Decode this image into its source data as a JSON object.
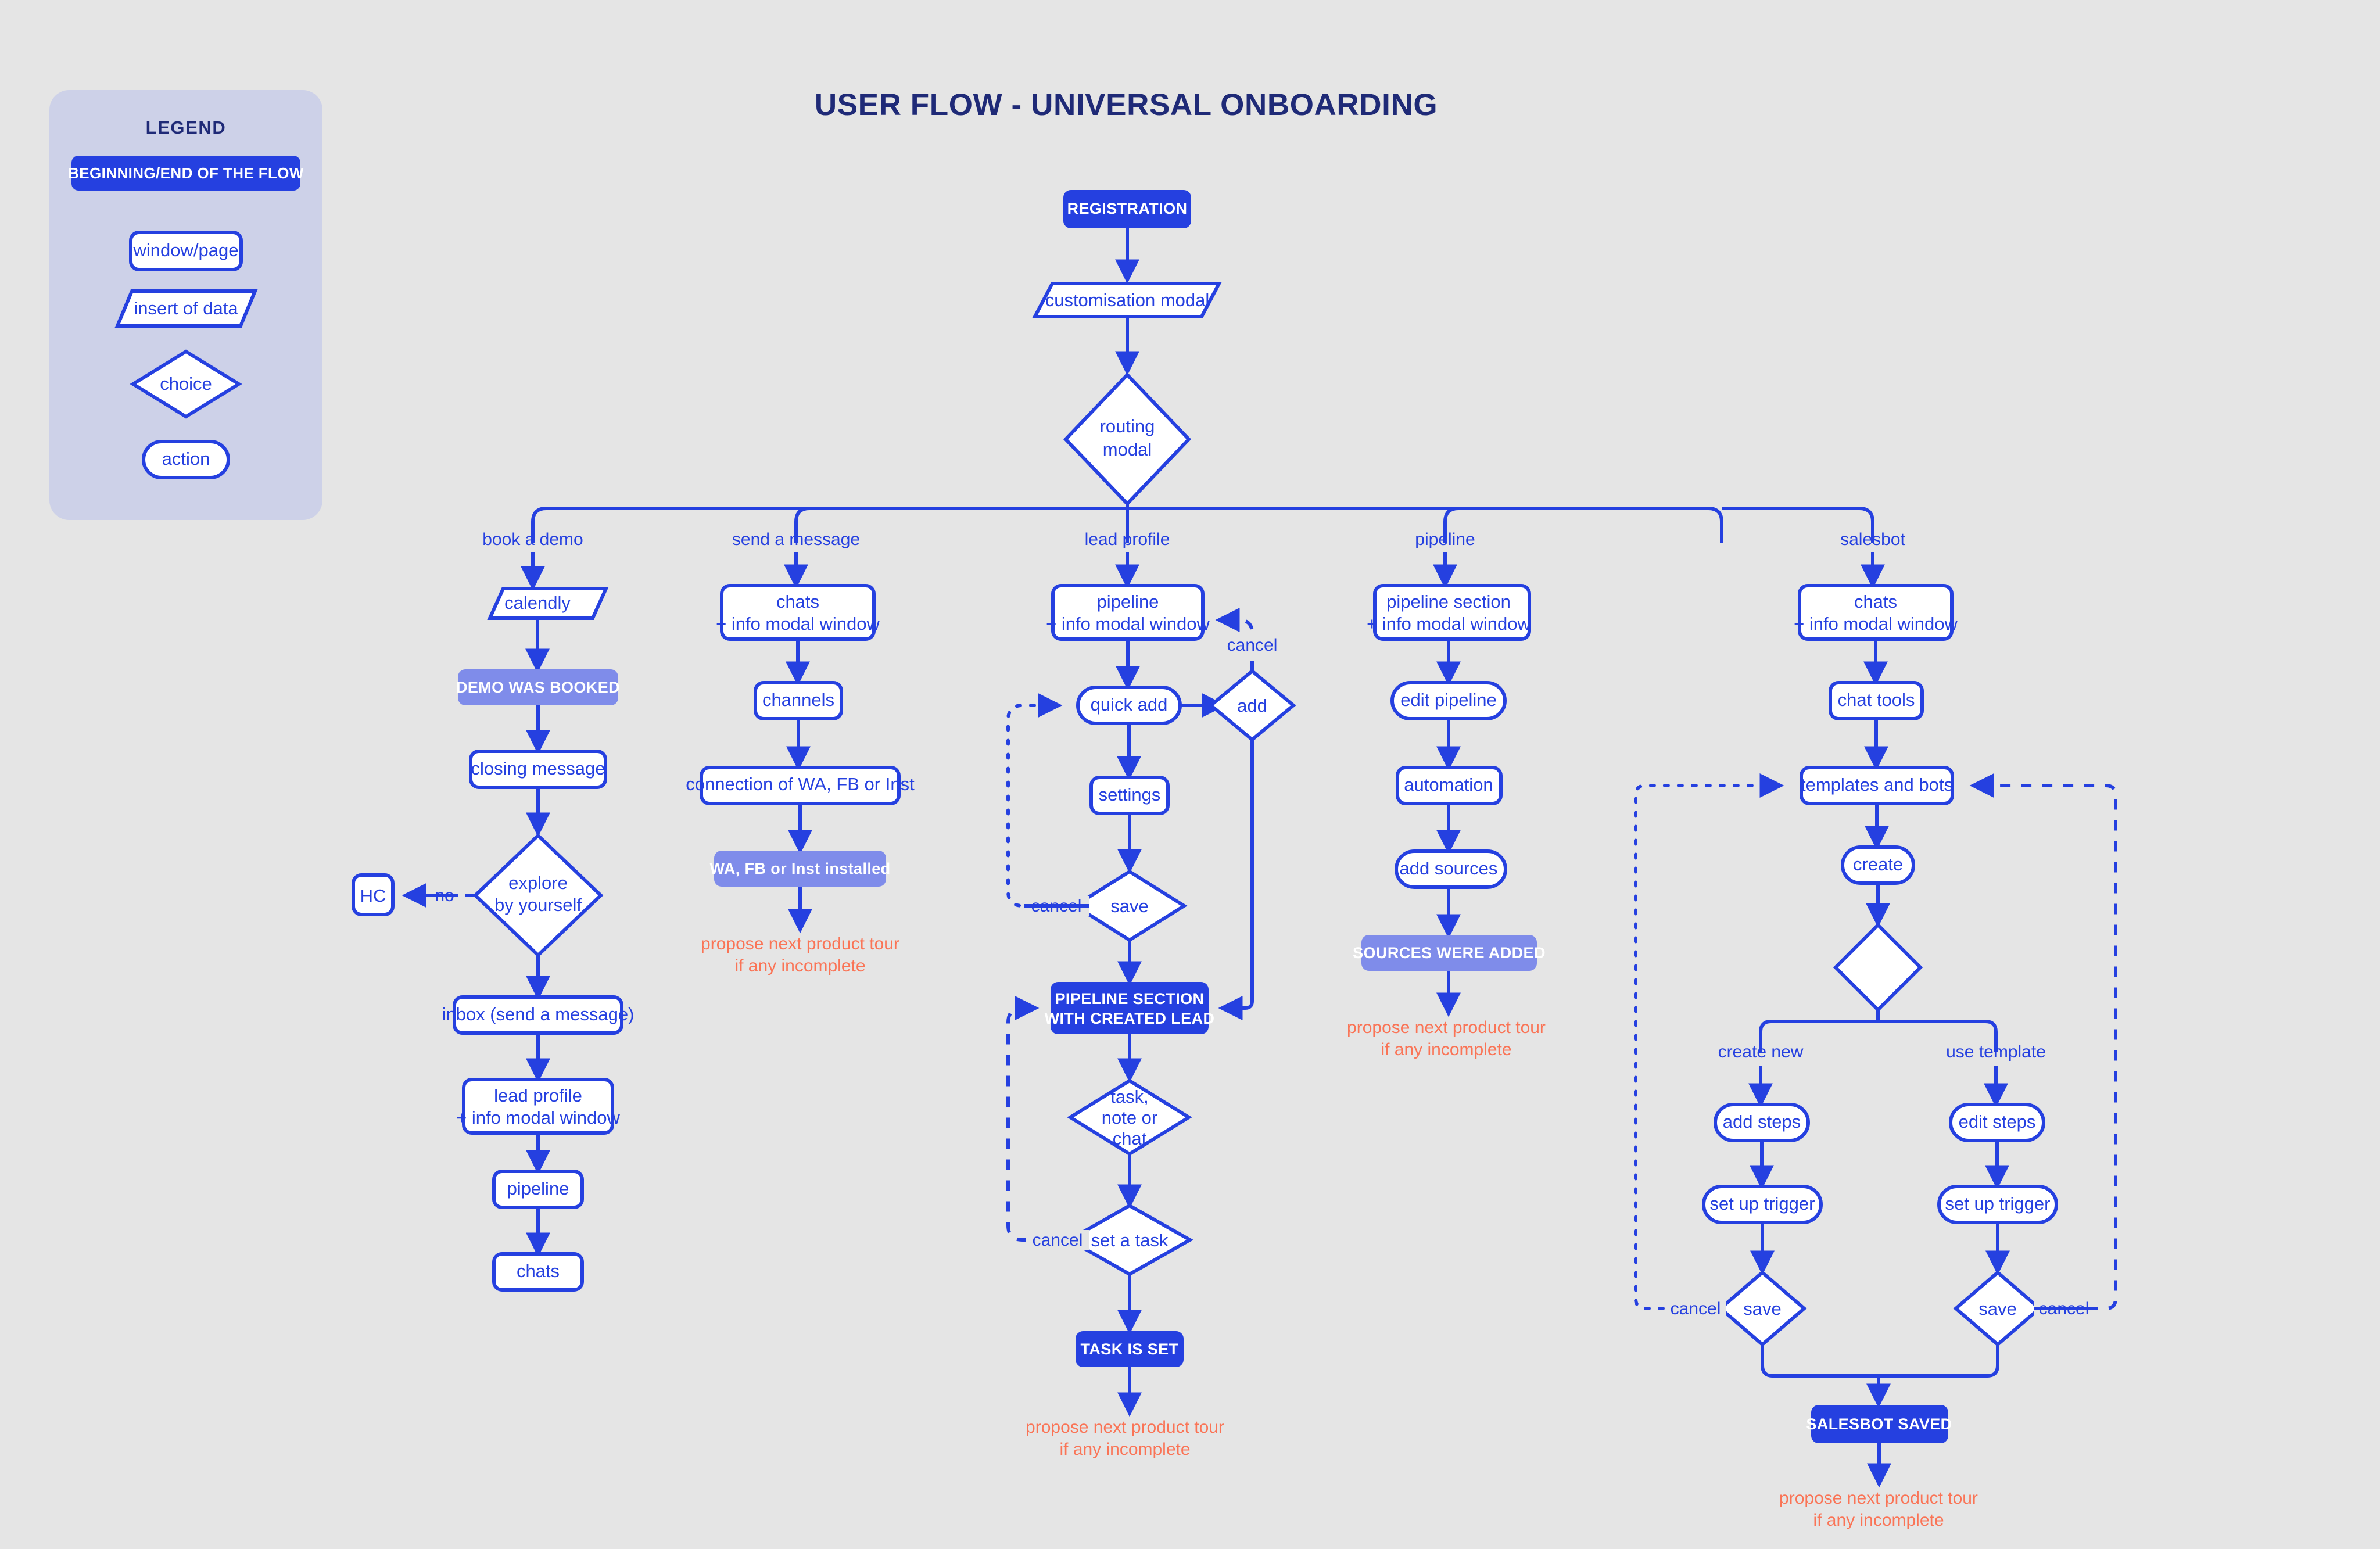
{
  "page": {
    "title": "USER FLOW - UNIVERSAL ONBOARDING",
    "background_color": "#E5E5E5",
    "accent_color": "#2540E0",
    "soft_accent_color": "#7F8CEA",
    "note_color": "#FA7456",
    "legend_bg_color": "#CDD1E8"
  },
  "legend": {
    "title": "LEGEND",
    "items": [
      {
        "shape": "terminator",
        "label": "BEGINNING/END OF THE FLOW"
      },
      {
        "shape": "rect",
        "label": "window/page"
      },
      {
        "shape": "parallelogram",
        "label": "insert of data"
      },
      {
        "shape": "diamond",
        "label": "choice"
      },
      {
        "shape": "stadium",
        "label": "action"
      }
    ]
  },
  "flow": {
    "start": {
      "label": "REGISTRATION",
      "shape": "terminator"
    },
    "customisation": {
      "label": "customisation modal",
      "shape": "parallelogram"
    },
    "routing": {
      "label": "routing\nmodal",
      "line1": "routing",
      "line2": "modal",
      "shape": "diamond"
    },
    "branch_labels": [
      "book a demo",
      "send a message",
      "lead profile",
      "pipeline",
      "salesbot"
    ]
  },
  "columns": [
    {
      "name": "book-a-demo",
      "branch_label": "book a demo",
      "nodes": [
        {
          "id": "calendly",
          "shape": "parallelogram",
          "label": "calendly"
        },
        {
          "id": "demo-booked",
          "shape": "terminator-soft",
          "label": "DEMO WAS BOOKED"
        },
        {
          "id": "closing-message",
          "shape": "rect",
          "label": "closing message"
        },
        {
          "id": "explore-by-yourself",
          "shape": "diamond",
          "line1": "explore",
          "line2": "by yourself"
        },
        {
          "id": "hc",
          "shape": "rect",
          "label": "HC"
        },
        {
          "id": "inbox",
          "shape": "rect",
          "label": "inbox (send a message)"
        },
        {
          "id": "lead-profile-modal",
          "shape": "rect",
          "line1": "lead profile",
          "line2": "+ info modal window"
        },
        {
          "id": "pipeline",
          "shape": "rect",
          "label": "pipeline"
        },
        {
          "id": "chats",
          "shape": "rect",
          "label": "chats"
        }
      ],
      "edge_labels": [
        {
          "id": "no",
          "label": "no",
          "strikethrough": true
        }
      ]
    },
    {
      "name": "send-a-message",
      "branch_label": "send a message",
      "nodes": [
        {
          "id": "chats-modal",
          "shape": "rect",
          "line1": "chats",
          "line2": "+ info modal window"
        },
        {
          "id": "channels",
          "shape": "rect",
          "label": "channels"
        },
        {
          "id": "connection",
          "shape": "rect",
          "label": "connection of WA, FB or Inst"
        },
        {
          "id": "installed",
          "shape": "terminator-soft",
          "label": "WA, FB or Inst installed"
        }
      ],
      "note": {
        "line1": "propose next product tour",
        "line2": "if any incomplete"
      }
    },
    {
      "name": "lead-profile",
      "branch_label": "lead profile",
      "nodes": [
        {
          "id": "pipeline-modal",
          "shape": "rect",
          "line1": "pipeline",
          "line2": "+ info modal window"
        },
        {
          "id": "quick-add",
          "shape": "stadium",
          "label": "quick add"
        },
        {
          "id": "add",
          "shape": "diamond",
          "label": "add"
        },
        {
          "id": "settings",
          "shape": "rect",
          "label": "settings"
        },
        {
          "id": "save",
          "shape": "diamond",
          "label": "save"
        },
        {
          "id": "pipeline-section-created-lead",
          "shape": "terminator",
          "line1": "PIPELINE SECTION",
          "line2": "WITH CREATED LEAD"
        },
        {
          "id": "task-note-chat",
          "shape": "diamond",
          "line1": "task,",
          "line2": "note or",
          "line3": "chat"
        },
        {
          "id": "set-a-task",
          "shape": "diamond",
          "label": "set a task"
        },
        {
          "id": "task-is-set",
          "shape": "terminator",
          "label": "TASK IS SET"
        }
      ],
      "edge_labels": [
        {
          "id": "cancel-add",
          "label": "cancel"
        },
        {
          "id": "cancel-save",
          "label": "cancel",
          "strikethrough": true
        },
        {
          "id": "cancel-task",
          "label": "cancel"
        }
      ],
      "note": {
        "line1": "propose next product tour",
        "line2": "if any incomplete"
      }
    },
    {
      "name": "pipeline",
      "branch_label": "pipeline",
      "nodes": [
        {
          "id": "pipeline-section-modal",
          "shape": "rect",
          "line1": "pipeline section",
          "line2": "+ info modal window"
        },
        {
          "id": "edit-pipeline",
          "shape": "stadium",
          "label": "edit pipeline"
        },
        {
          "id": "automation",
          "shape": "rect",
          "label": "automation"
        },
        {
          "id": "add-sources",
          "shape": "stadium",
          "label": "add sources"
        },
        {
          "id": "sources-added",
          "shape": "terminator-soft",
          "label": "SOURCES WERE ADDED"
        }
      ],
      "note": {
        "line1": "propose next product tour",
        "line2": "if any incomplete"
      }
    },
    {
      "name": "salesbot",
      "branch_label": "salesbot",
      "nodes": [
        {
          "id": "chats-modal",
          "shape": "rect",
          "line1": "chats",
          "line2": "+ info modal window"
        },
        {
          "id": "chat-tools",
          "shape": "rect",
          "label": "chat tools"
        },
        {
          "id": "templates-and-bots",
          "shape": "rect",
          "label": "templates and bots"
        },
        {
          "id": "create",
          "shape": "stadium",
          "label": "create"
        },
        {
          "id": "create-choice",
          "shape": "diamond",
          "label": ""
        },
        {
          "id": "add-steps",
          "shape": "stadium",
          "label": "add steps"
        },
        {
          "id": "edit-steps",
          "shape": "stadium",
          "label": "edit steps"
        },
        {
          "id": "set-up-trigger-left",
          "shape": "stadium",
          "label": "set up trigger"
        },
        {
          "id": "set-up-trigger-right",
          "shape": "stadium",
          "label": "set up trigger"
        },
        {
          "id": "save-left",
          "shape": "diamond",
          "label": "save"
        },
        {
          "id": "save-right",
          "shape": "diamond",
          "label": "save"
        },
        {
          "id": "salesbot-saved",
          "shape": "terminator",
          "label": "SALESBOT SAVED"
        }
      ],
      "edge_labels": [
        {
          "id": "create-new",
          "label": "create new"
        },
        {
          "id": "use-template",
          "label": "use template"
        },
        {
          "id": "cancel-left",
          "label": "cancel"
        },
        {
          "id": "cancel-right",
          "label": "cancel",
          "strikethrough": true
        }
      ],
      "note": {
        "line1": "propose next product tour",
        "line2": "if any incomplete"
      }
    }
  ]
}
